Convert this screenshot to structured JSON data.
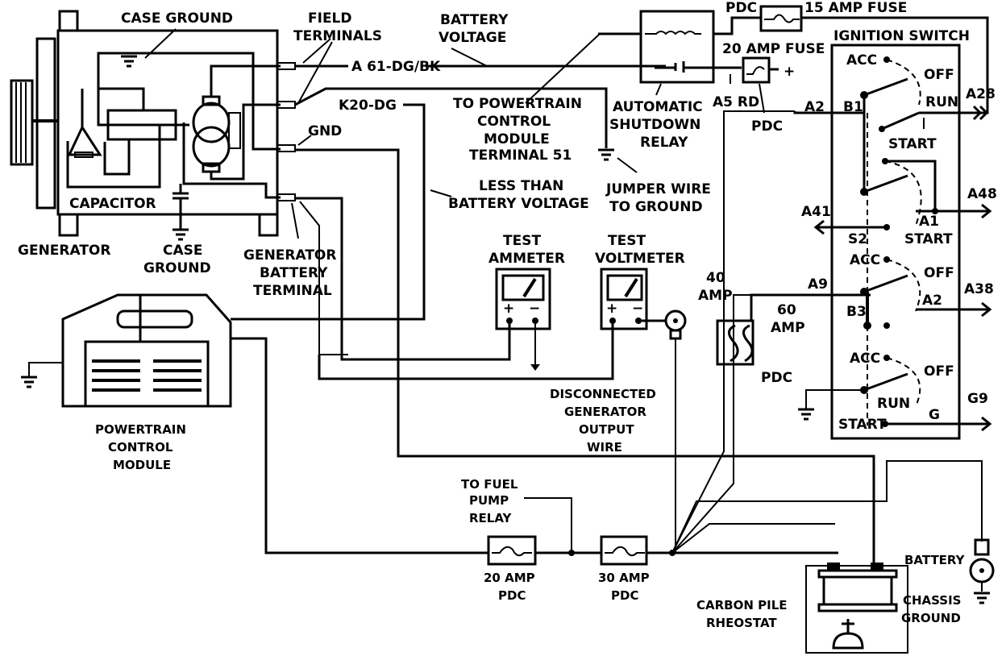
{
  "diagram": {
    "title": "Generator charging system test wiring",
    "colors": {
      "ink": "#000000",
      "paper": "#ffffff"
    },
    "generator": {
      "label": "GENERATOR",
      "case_ground_top": "CASE GROUND",
      "case_ground_bottom": [
        "CASE",
        "GROUND"
      ],
      "capacitor": "CAPACITOR",
      "field_terminals": [
        "FIELD",
        "TERMINALS"
      ],
      "gnd": "GND",
      "battery_terminal": [
        "GENERATOR",
        "BATTERY",
        "TERMINAL"
      ]
    },
    "wires": {
      "a61": "A 61-DG/BK",
      "k20": "K20-DG",
      "a5": "A5 RD",
      "battery_voltage": [
        "BATTERY",
        "VOLTAGE"
      ],
      "less_than_battery_voltage": [
        "LESS THAN",
        "BATTERY VOLTAGE"
      ],
      "to_pcm_terminal": [
        "TO POWERTRAIN",
        "CONTROL",
        "MODULE",
        "TERMINAL 51"
      ],
      "jumper_wire": [
        "JUMPER WIRE",
        "TO GROUND"
      ],
      "disconnected_output": [
        "DISCONNECTED",
        "GENERATOR",
        "OUTPUT",
        "WIRE"
      ],
      "to_fuel_pump": [
        "TO FUEL",
        "PUMP",
        "RELAY"
      ]
    },
    "relay": {
      "label": [
        "AUTOMATIC",
        "SHUTDOWN",
        "RELAY"
      ]
    },
    "fuses": {
      "pdc_top": "PDC",
      "fuse15": "15 AMP FUSE",
      "fuse20_top": "20 AMP FUSE",
      "pdc_20": "PDC",
      "plus": "+",
      "fuse40": [
        "40",
        "AMP"
      ],
      "fuse60": [
        "60",
        "AMP"
      ],
      "pdc_60": "PDC",
      "fuse20_bottom": [
        "20 AMP",
        "PDC"
      ],
      "fuse30_bottom": [
        "30 AMP",
        "PDC"
      ]
    },
    "meters": {
      "ammeter": [
        "TEST",
        "AMMETER"
      ],
      "voltmeter": [
        "TEST",
        "VOLTMETER"
      ],
      "plus": "+",
      "minus": "−"
    },
    "pcm": {
      "label": [
        "POWERTRAIN",
        "CONTROL",
        "MODULE"
      ]
    },
    "ignition_switch": {
      "title": "IGNITION SWITCH",
      "acc": "ACC",
      "off": "OFF",
      "run": "RUN",
      "start": "START",
      "b1": "B1",
      "b3": "B3",
      "s2": "S2",
      "a1": "A1",
      "a2_pos": "A2",
      "g": "G",
      "a2_in": "A2",
      "a9": "A9",
      "out_a28": "A28",
      "out_a48": "A48",
      "out_a41": "A41",
      "out_a38": "A38",
      "out_g9": "G9"
    },
    "battery": {
      "label": "BATTERY",
      "chassis_ground": [
        "CHASSIS",
        "GROUND"
      ],
      "rheostat": [
        "CARBON PILE",
        "RHEOSTAT"
      ]
    }
  }
}
